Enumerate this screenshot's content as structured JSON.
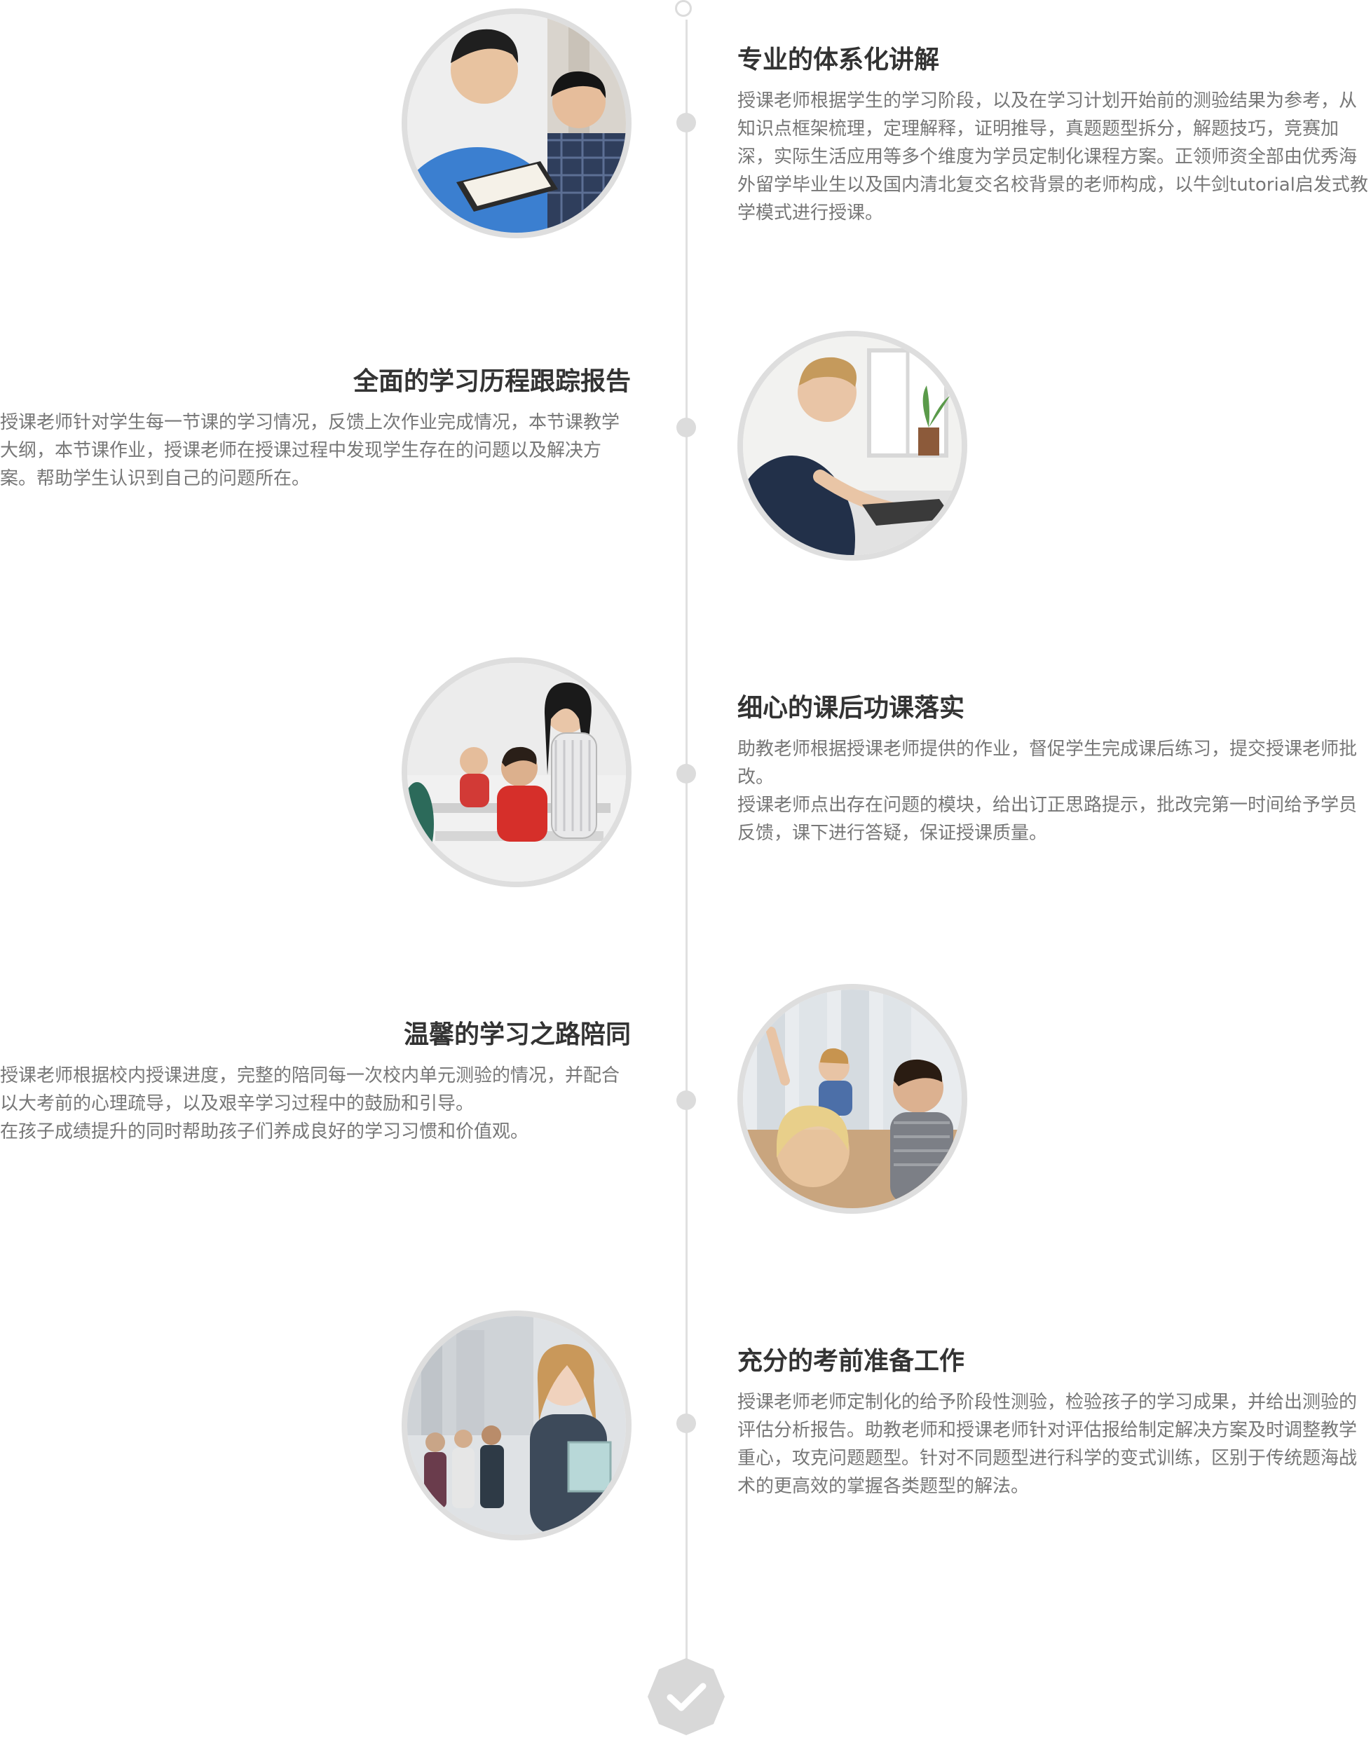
{
  "colors": {
    "line": "#e0e0e0",
    "dot": "#dcdcdc",
    "title": "#333333",
    "text": "#777777",
    "photo_ring": "#dedede"
  },
  "items": [
    {
      "title": "专业的体系化讲解",
      "paragraphs": [
        "授课老师根据学生的学习阶段，以及在学习计划开始前的测验结果为参考，从知识点框架梳理，定理解释，证明推导，真题题型拆分，解题技巧，竞赛加深，实际生活应用等多个维度为学员定制化课程方案。正领师资全部由优秀海外留学毕业生以及国内清北复交名校背景的老师构成，以牛剑tutorial启发式教学模式进行授课。"
      ],
      "image": "teacher-and-student-reading-photo"
    },
    {
      "title": "全面的学习历程跟踪报告",
      "paragraphs": [
        "授课老师针对学生每一节课的学习情况，反馈上次作业完成情况，本节课教学大纲，本节课作业，授课老师在授课过程中发现学生存在的问题以及解决方案。帮助学生认识到自己的问题所在。"
      ],
      "image": "student-typing-laptop-photo"
    },
    {
      "title": "细心的课后功课落实",
      "paragraphs": [
        "助教老师根据授课老师提供的作业，督促学生完成课后练习，提交授课老师批改。",
        "授课老师点出存在问题的模块，给出订正思路提示，批改完第一时间给予学员反馈，课下进行答疑，保证授课质量。"
      ],
      "image": "teacher-helping-students-photo"
    },
    {
      "title": "温馨的学习之路陪同",
      "paragraphs": [
        "授课老师根据校内授课进度，完整的陪同每一次校内单元测验的情况，并配合以大考前的心理疏导，以及艰辛学习过程中的鼓励和引导。",
        "在孩子成绩提升的同时帮助孩子们养成良好的学习习惯和价值观。"
      ],
      "image": "classroom-students-photo"
    },
    {
      "title": "充分的考前准备工作",
      "paragraphs": [
        "授课老师老师定制化的给予阶段性测验，检验孩子的学习成果，并给出测验的评估分析报告。助教老师和授课老师针对评估报给制定解决方案及时调整教学重心，攻克问题题型。针对不同题型进行科学的变式训练，区别于传统题海战术的更高效的掌握各类题型的解法。"
      ],
      "image": "student-with-books-photo"
    }
  ]
}
